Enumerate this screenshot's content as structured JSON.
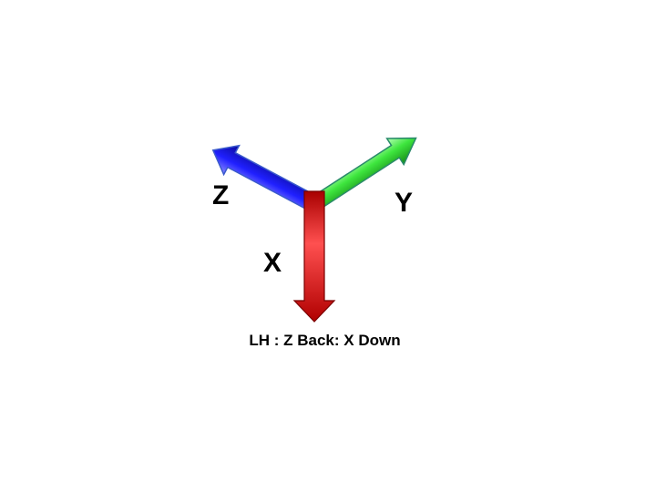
{
  "axes": {
    "z": {
      "label": "Z",
      "color": "#1a1aff"
    },
    "y": {
      "label": "Y",
      "color": "#33dd33"
    },
    "x": {
      "label": "X",
      "color": "#ff1111"
    }
  },
  "caption": "LH : Z Back: X Down"
}
